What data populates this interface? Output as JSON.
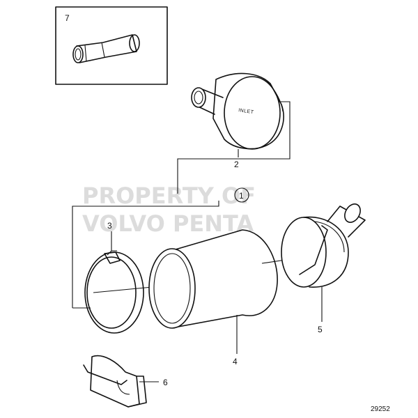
{
  "callouts": {
    "c1": "1",
    "c2": "2",
    "c3": "3",
    "c4": "4",
    "c5": "5",
    "c6": "6",
    "c7": "7"
  },
  "inlet_label": "INLET",
  "watermark": {
    "line1": "PROPERTY OF",
    "line2": "VOLVO PENTA"
  },
  "drawing_number": "29252"
}
